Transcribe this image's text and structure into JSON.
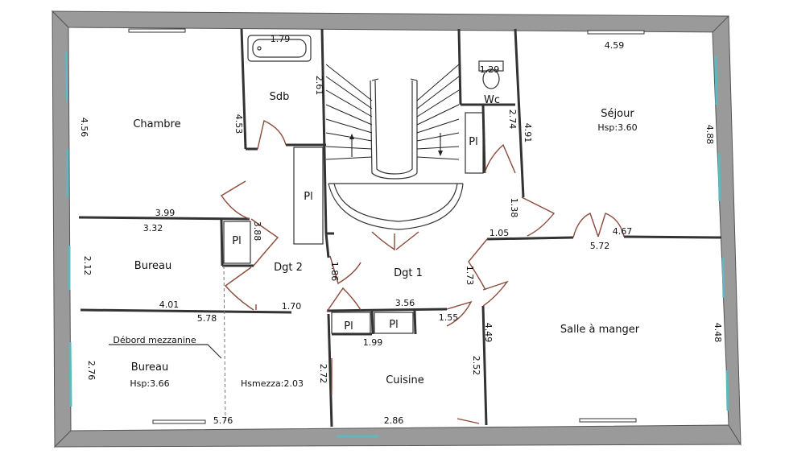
{
  "rooms": {
    "chambre": "Chambre",
    "sdb": "Sdb",
    "wc": "Wc",
    "sejour": "Séjour",
    "sejour_hsp": "Hsp:3.60",
    "bureau1": "Bureau",
    "bureau2": "Bureau",
    "bureau2_hsp": "Hsp:3.66",
    "debord": "Débord mezzanine",
    "hsmezza": "Hsmezza:2.03",
    "dgt1": "Dgt 1",
    "dgt2": "Dgt 2",
    "salle": "Salle à manger",
    "cuisine": "Cuisine",
    "pl_label": "Pl"
  },
  "dims": {
    "d179": "1.79",
    "d261": "2.61",
    "d129": "1.29",
    "d459": "4.59",
    "d456": "4.56",
    "d453": "4.53",
    "d274": "2.74",
    "d491": "4.91",
    "d488": "4.88",
    "d399": "3.99",
    "d332": "3.32",
    "d388": "3.88",
    "d138": "1.38",
    "d105": "1.05",
    "d467": "4.67",
    "d572": "5.72",
    "d212": "2.12",
    "d186": "1.86",
    "d173": "1.73",
    "d401": "4.01",
    "d578": "5.78",
    "d170": "1.70",
    "d356": "3.56",
    "d155": "1.55",
    "d448": "4.48",
    "d449": "4.49",
    "d276": "2.76",
    "d199": "1.99",
    "d272": "2.72",
    "d252": "2.52",
    "d576": "5.76",
    "d286": "2.86"
  }
}
